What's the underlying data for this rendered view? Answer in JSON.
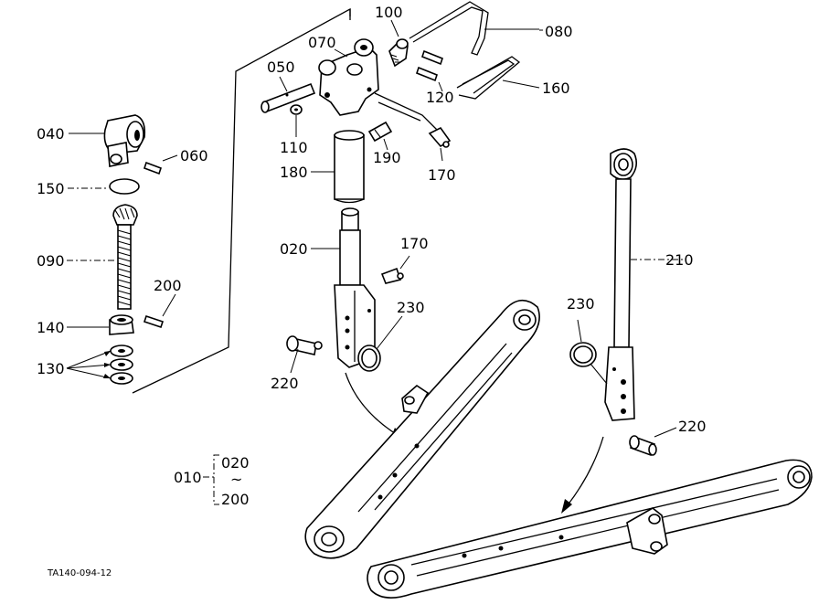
{
  "diagram": {
    "figure_code": "TA140-094-12",
    "assembly": {
      "label": "010",
      "range_start": "020",
      "range_sep": "~",
      "range_end": "200"
    },
    "labels": {
      "p020": "020",
      "p040": "040",
      "p050": "050",
      "p060": "060",
      "p070": "070",
      "p080": "080",
      "p090": "090",
      "p100": "100",
      "p110": "110",
      "p120": "120",
      "p130": "130",
      "p140": "140",
      "p150": "150",
      "p160": "160",
      "p170a": "170",
      "p170b": "170",
      "p180": "180",
      "p190": "190",
      "p200": "200",
      "p210": "210",
      "p220a": "220",
      "p220b": "220",
      "p230a": "230",
      "p230b": "230"
    }
  }
}
